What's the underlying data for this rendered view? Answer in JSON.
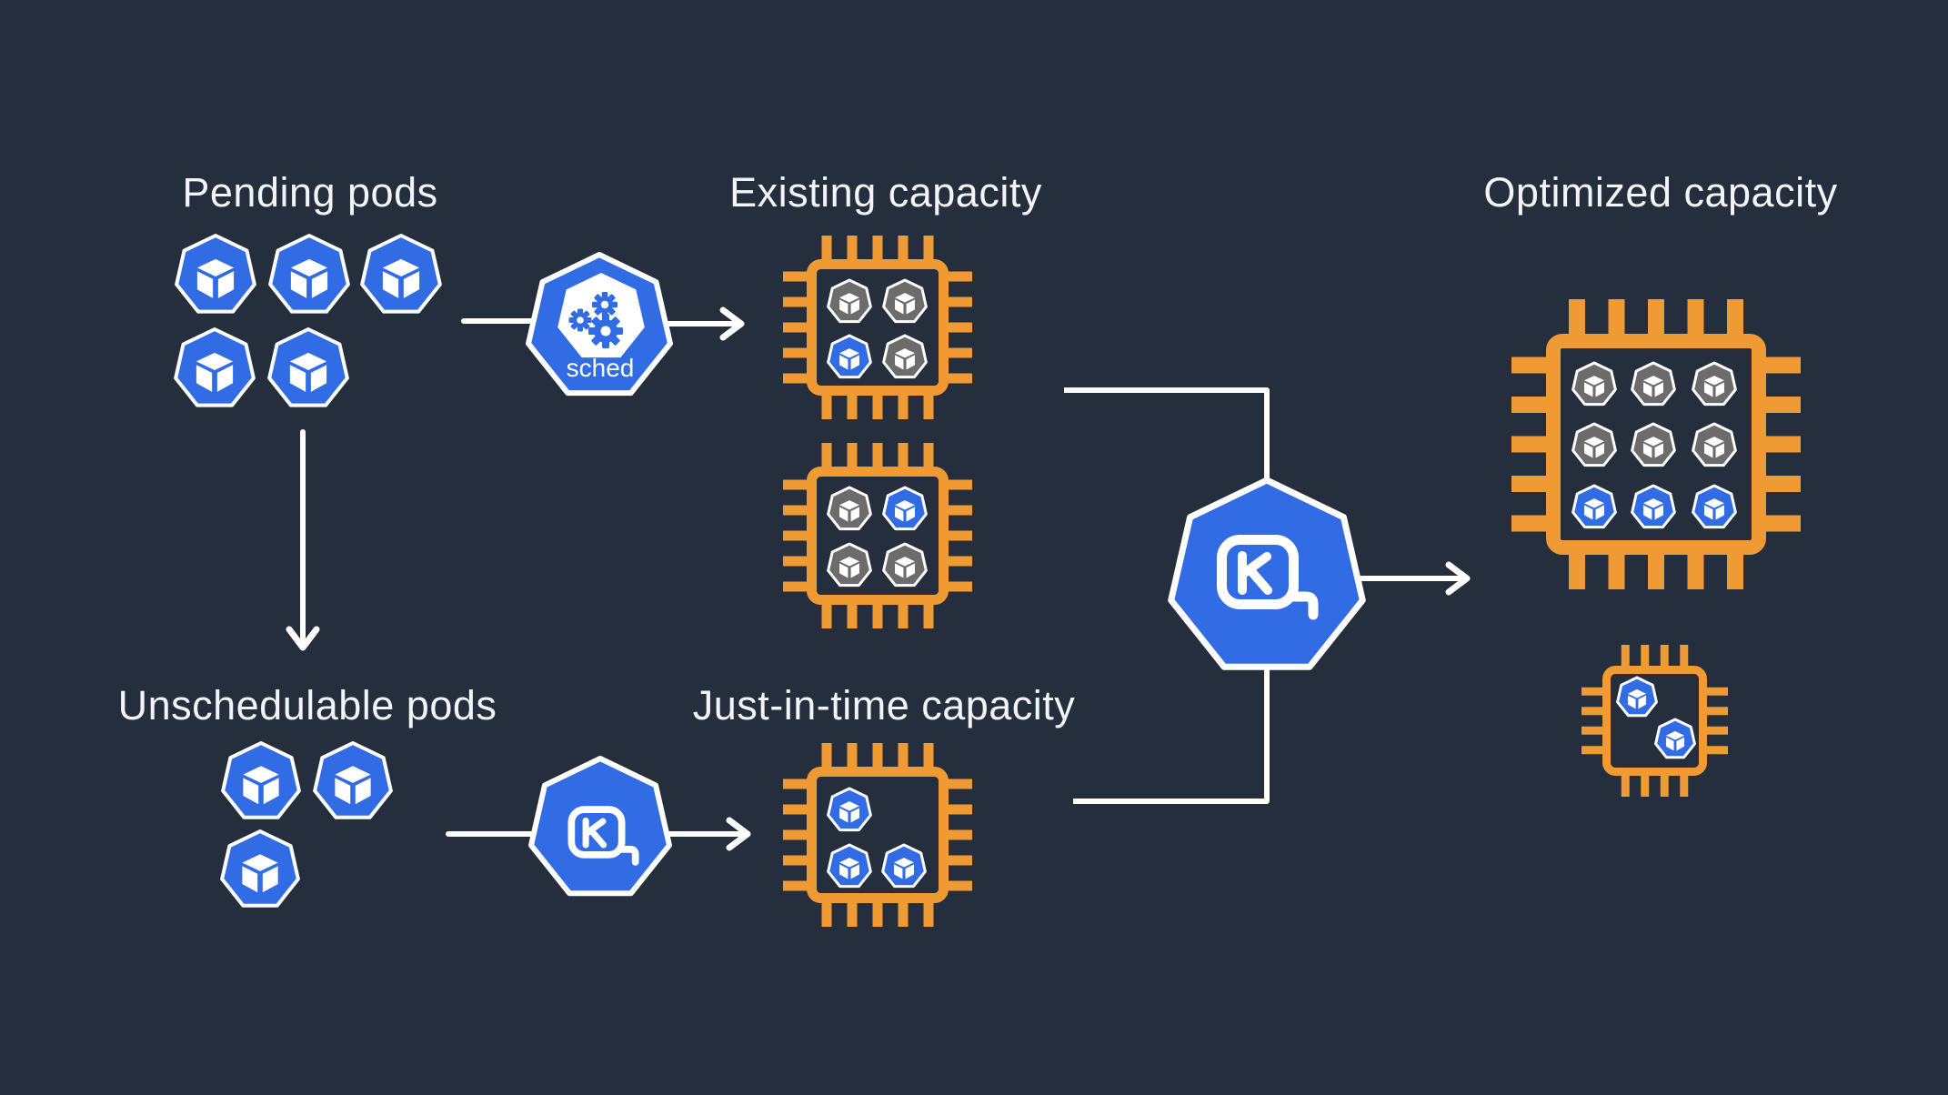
{
  "colors": {
    "background": "#242E3D",
    "blue": "#326CE5",
    "orange": "#F09A33",
    "gray": "#6C6C6C",
    "white": "#FFFFFF",
    "text": "#F2F5F7"
  },
  "labels": {
    "pending_pods": "Pending pods",
    "existing_capacity": "Existing capacity",
    "optimized_capacity": "Optimized capacity",
    "unschedulable_pods": "Unschedulable pods",
    "just_in_time_capacity": "Just-in-time capacity",
    "scheduler": "sched"
  },
  "groups": {
    "pending": {
      "pods": [
        "blue",
        "blue",
        "blue",
        "blue",
        "blue"
      ]
    },
    "unschedulable": {
      "pods": [
        "blue",
        "blue",
        "blue"
      ]
    },
    "existing_chip_1": {
      "pods": [
        "gray",
        "gray",
        "blue",
        "gray"
      ]
    },
    "existing_chip_2": {
      "pods": [
        "gray",
        "blue",
        "gray",
        "gray"
      ]
    },
    "just_in_time_chip": {
      "pods": [
        "blue",
        "blue",
        "blue"
      ]
    },
    "optimized_chip_large": {
      "pods": [
        "gray",
        "gray",
        "gray",
        "gray",
        "gray",
        "gray",
        "blue",
        "blue",
        "blue"
      ]
    },
    "optimized_chip_small": {
      "pods": [
        "blue",
        "blue"
      ]
    }
  },
  "icons": {
    "scheduler": "kubernetes-scheduler-gears",
    "karpenter": "karpenter-measuring-tape-k"
  }
}
